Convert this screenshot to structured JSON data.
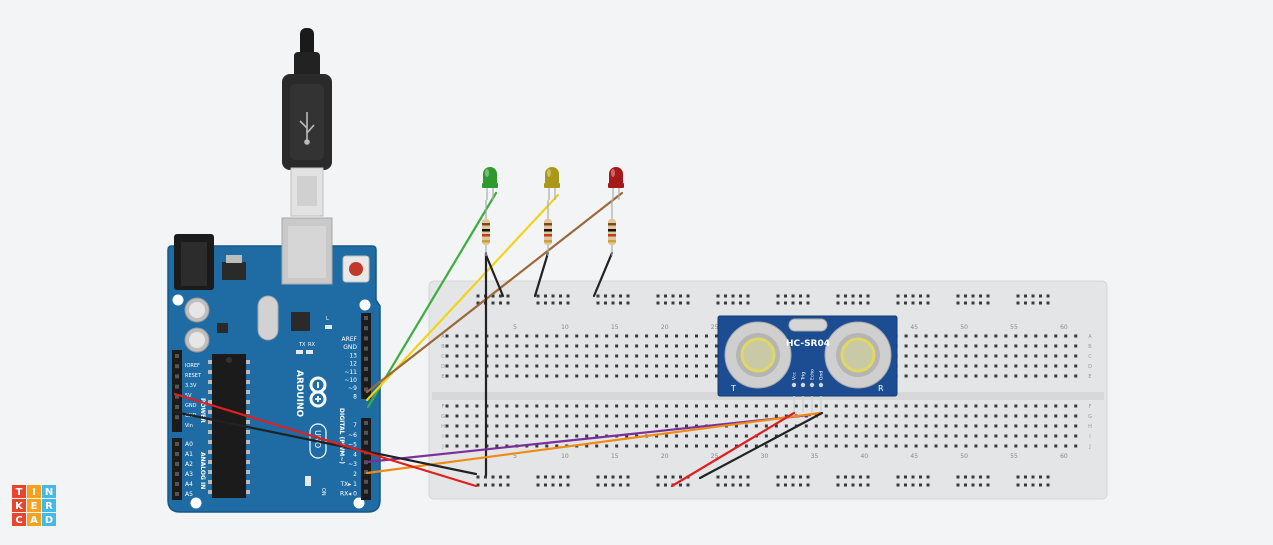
{
  "logo": {
    "letters": [
      "T",
      "I",
      "N",
      "K",
      "E",
      "R",
      "C",
      "A",
      "D"
    ],
    "colors": [
      "#e8452c",
      "#f6a21c",
      "#44b8e8",
      "#e8452c",
      "#f6a21c",
      "#44b8e8",
      "#e8452c",
      "#f6a21c",
      "#44b8e8"
    ]
  },
  "arduino": {
    "brand": "ARDUINO",
    "model": "UNO",
    "on_label": "ON",
    "tx_label": "TX",
    "rx_label": "RX",
    "l_label": "L",
    "digital_label": "DIGITAL (PWM~)",
    "power_label": "POWER",
    "analog_label": "ANALOG IN",
    "digital_pins": [
      "AREF",
      "GND",
      "13",
      "12",
      "~11",
      "~10",
      "~9",
      "8",
      "7",
      "~6",
      "~5",
      "4",
      "~3",
      "2",
      "TX▸ 1",
      "RX◂ 0"
    ],
    "power_pins": [
      "IOREF",
      "RESET",
      "3.3V",
      "5V",
      "GND",
      "GND",
      "Vin"
    ],
    "analog_pins": [
      "A0",
      "A1",
      "A2",
      "A3",
      "A4",
      "A5"
    ]
  },
  "breadboard": {
    "col_numbers": [
      "5",
      "10",
      "15",
      "20",
      "25",
      "30",
      "35",
      "40",
      "45",
      "50",
      "55",
      "60"
    ],
    "row_letters_top": [
      "A",
      "B",
      "C",
      "D",
      "E"
    ],
    "row_letters_bottom": [
      "F",
      "G",
      "H",
      "I",
      "J"
    ]
  },
  "sensor": {
    "label": "HC-SR04",
    "pins": [
      "Vcc",
      "Trig",
      "Echo",
      "Gnd"
    ],
    "t_label": "T",
    "r_label": "R"
  },
  "leds": [
    {
      "name": "green-led",
      "color": "#2e9a2e"
    },
    {
      "name": "yellow-led",
      "color": "#a99818"
    },
    {
      "name": "red-led",
      "color": "#a81818"
    }
  ],
  "wires": [
    {
      "name": "green-wire",
      "color": "#3cae3c"
    },
    {
      "name": "yellow-wire",
      "color": "#f2d21a"
    },
    {
      "name": "brown-wire",
      "color": "#9b6a3a"
    },
    {
      "name": "purple-wire",
      "color": "#7b2f9a"
    },
    {
      "name": "orange-wire",
      "color": "#f08a12"
    },
    {
      "name": "red-wire",
      "color": "#e02020"
    },
    {
      "name": "black-wire",
      "color": "#222222"
    }
  ]
}
